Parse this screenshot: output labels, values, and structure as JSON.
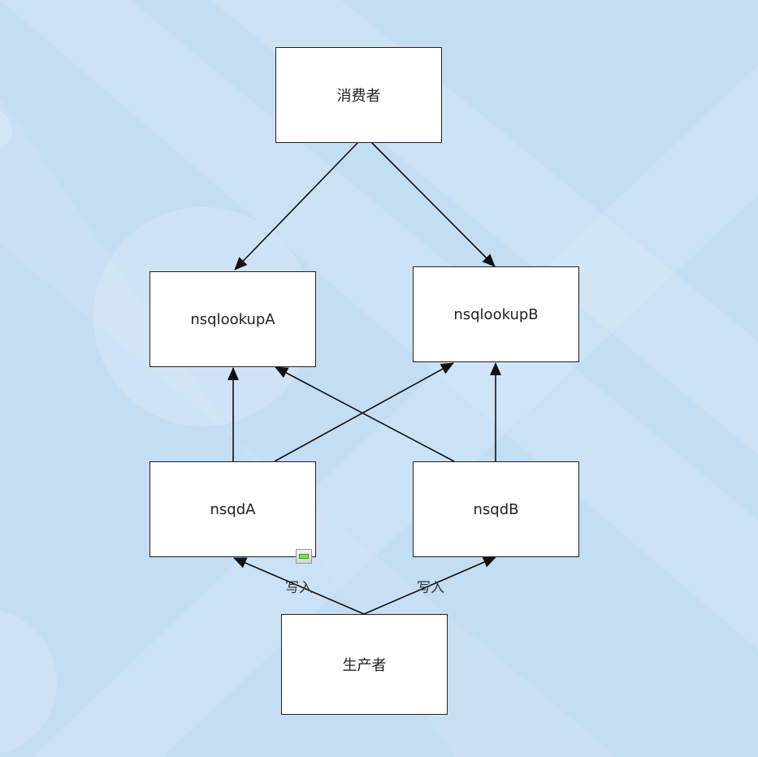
{
  "diagram": {
    "nodes": {
      "consumer": "消费者",
      "nsqlookupA": "nsqlookupA",
      "nsqlookupB": "nsqlookupB",
      "nsqdA": "nsqdA",
      "nsqdB": "nsqdB",
      "producer": "生产者"
    },
    "edge_labels": {
      "producer_to_nsqdA": "写入",
      "producer_to_nsqdB": "写入"
    },
    "edges": [
      {
        "from": "consumer",
        "to": "nsqlookupA"
      },
      {
        "from": "consumer",
        "to": "nsqlookupB"
      },
      {
        "from": "nsqdA",
        "to": "nsqlookupA"
      },
      {
        "from": "nsqdA",
        "to": "nsqlookupB"
      },
      {
        "from": "nsqdB",
        "to": "nsqlookupA"
      },
      {
        "from": "nsqdB",
        "to": "nsqlookupB"
      },
      {
        "from": "producer",
        "to": "nsqdA",
        "label": "写入"
      },
      {
        "from": "producer",
        "to": "nsqdB",
        "label": "写入"
      }
    ]
  },
  "colors": {
    "background": "#c2dcf2",
    "node_fill": "#ffffff",
    "stroke": "#111111"
  }
}
